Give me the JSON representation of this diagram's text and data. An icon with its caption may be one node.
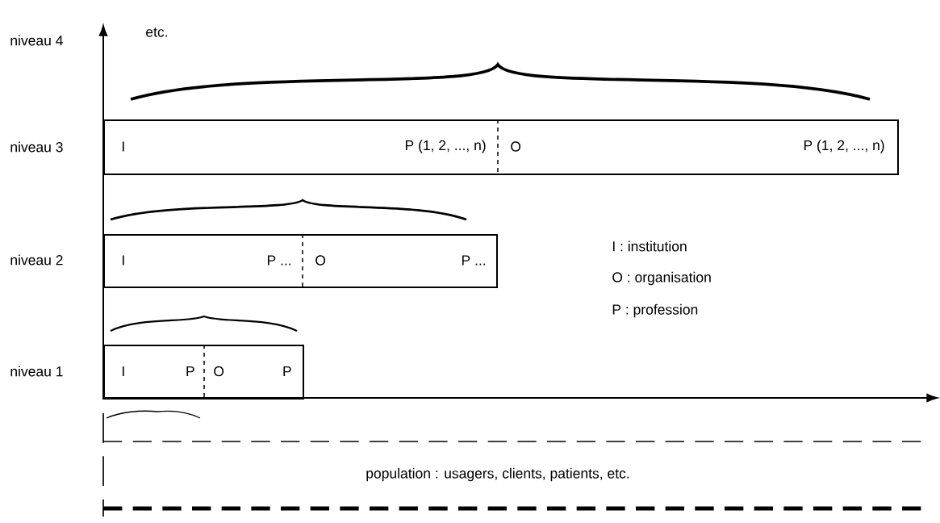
{
  "diagram": {
    "nodes": [
      {
        "text": [
          "I",
          "P (1, 2, ..., n)",
          "O",
          "P (1, 2, ..., n)"
        ]
      },
      {
        "text": [
          "I",
          "P ...",
          "O",
          "P ..."
        ]
      },
      {
        "text": [
          "I",
          "P",
          "O",
          "P"
        ]
      },
      {
        "text": [
          "population : usagers, clients, patients, etc."
        ]
      }
    ],
    "labels": [
      "niveau 4",
      "etc.",
      "niveau 3",
      "niveau 2",
      "I : institution",
      "O : organisation",
      "P : profession",
      "niveau 1"
    ]
  }
}
